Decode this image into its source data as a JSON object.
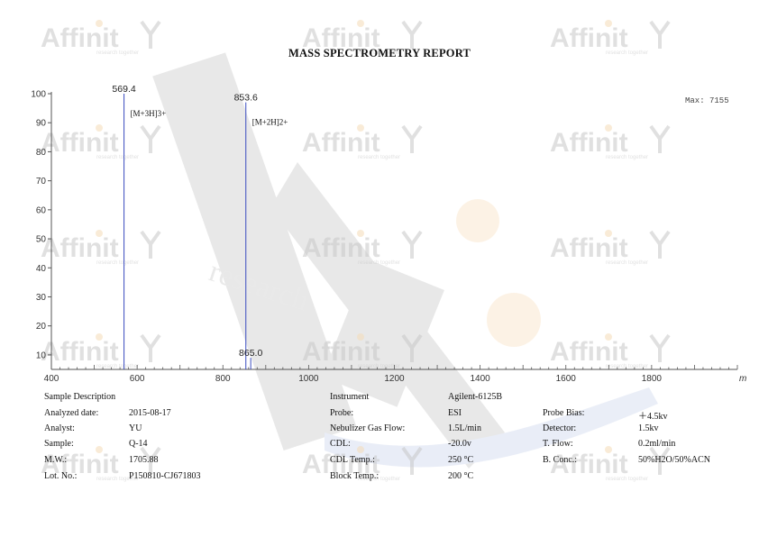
{
  "report": {
    "title": "MASS SPECTROMETRY REPORT",
    "watermark_text": "Affinit",
    "watermark_subtext": "research together",
    "watermark_large_text": "research",
    "colors": {
      "watermark": "#c8c8c8",
      "watermark_dot": "#f5dcb8",
      "watermark_swoosh": "#d0d8ec"
    }
  },
  "chart_data": {
    "type": "bar",
    "xlim": [
      400,
      2000
    ],
    "ylim": [
      5,
      100
    ],
    "x_ticks": [
      400,
      600,
      800,
      1000,
      1200,
      1400,
      1600,
      1800
    ],
    "y_ticks": [
      10,
      20,
      30,
      40,
      50,
      60,
      70,
      80,
      90,
      100
    ],
    "x_end_label": "m",
    "max_label": "Max: 7155",
    "peaks": [
      {
        "mz": 569.4,
        "intensity": 100,
        "label": "569.4",
        "annotation": "[M+3H]3+"
      },
      {
        "mz": 853.6,
        "intensity": 97,
        "label": "853.6",
        "annotation": "[M+2H]2+"
      },
      {
        "mz": 865.0,
        "intensity": 9,
        "label": "865.0",
        "annotation": ""
      }
    ],
    "line_color": "#3b4cc0"
  },
  "info": {
    "sample_description": "Sample Description",
    "analyzed_date_label": "Analyzed date:",
    "analyzed_date": "2015-08-17",
    "analyst_label": "Analyst:",
    "analyst": "YU",
    "sample_label": "Sample:",
    "sample": "Q-14",
    "mw_label": "M.W.:",
    "mw": "1705.88",
    "lot_label": "Lot. No.:",
    "lot": "P150810-CJ671803",
    "instrument_label": "Instrument",
    "instrument": "Agilent-6125B",
    "probe_label": "Probe:",
    "probe": "ESI",
    "nebulizer_label": "Nebulizer Gas Flow:",
    "nebulizer": "1.5L/min",
    "cdl_label": "CDL:",
    "cdl": "-20.0v",
    "cdl_temp_label": "CDL Temp.:",
    "cdl_temp": "250 °C",
    "block_temp_label": "Block Temp.:",
    "block_temp": "200 °C",
    "probe_bias_label": "Probe Bias:",
    "probe_bias": "＋4.5kv",
    "detector_label": "Detector:",
    "detector": "1.5kv",
    "t_flow_label": "T. Flow:",
    "t_flow": "0.2ml/min",
    "b_conc_label": "B. Conc.:",
    "b_conc": "50%H2O/50%ACN"
  }
}
